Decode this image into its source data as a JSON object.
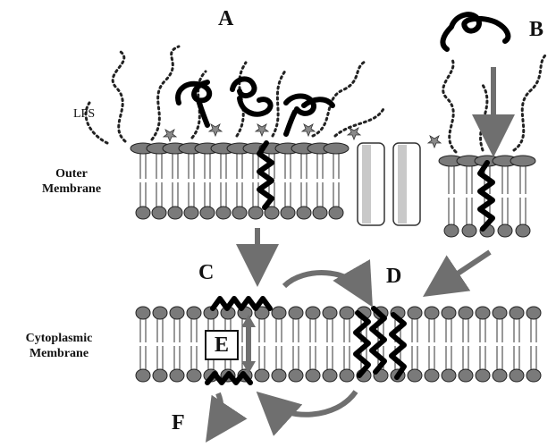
{
  "figure": {
    "labels": {
      "a": "A",
      "b": "B",
      "c": "C",
      "d": "D",
      "e": "E",
      "f": "F"
    },
    "lps_label": "LPS",
    "outer_membrane": {
      "line1": "Outer",
      "line2": "Membrane"
    },
    "cytoplasmic_membrane": {
      "line1": "Cytoplasmic",
      "line2": "Membrane"
    }
  },
  "colors": {
    "lipid_head": "#7a7a7a",
    "lipid_head_outline": "#222222",
    "peptide": "#000000",
    "arrow": "#6f6f6f",
    "porin": "#c9c9c9"
  }
}
